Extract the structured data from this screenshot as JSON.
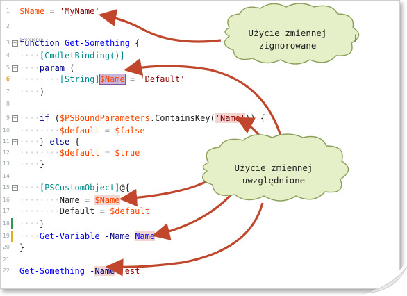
{
  "codelens": "1 reference",
  "lines": [
    {
      "num": "1",
      "tokens": [
        {
          "t": "$Name",
          "c": "var"
        },
        {
          "t": " = ",
          "c": "op"
        },
        {
          "t": "'MyName'",
          "c": "str"
        }
      ]
    },
    {
      "num": "2",
      "tokens": []
    },
    {
      "num": "3",
      "tokens": [
        {
          "t": "function",
          "c": "kw"
        },
        {
          "t": " ",
          "c": ""
        },
        {
          "t": "Get-Something",
          "c": "cmd"
        },
        {
          "t": " {",
          "c": ""
        }
      ]
    },
    {
      "num": "4",
      "tokens": [
        {
          "t": "····",
          "c": "dots"
        },
        {
          "t": "[CmdletBinding()]",
          "c": "type"
        }
      ]
    },
    {
      "num": "5",
      "tokens": [
        {
          "t": "····",
          "c": "dots"
        },
        {
          "t": "param",
          "c": "kw"
        },
        {
          "t": " (",
          "c": ""
        }
      ]
    },
    {
      "num": "6",
      "tokens": [
        {
          "t": "········",
          "c": "dots"
        },
        {
          "t": "[String]",
          "c": "type"
        },
        {
          "t": "$Name",
          "c": "var hlsel"
        },
        {
          "t": " = ",
          "c": "op"
        },
        {
          "t": "'Default'",
          "c": "str"
        }
      ]
    },
    {
      "num": "7",
      "tokens": [
        {
          "t": "····",
          "c": "dots"
        },
        {
          "t": ")",
          "c": ""
        }
      ]
    },
    {
      "num": "8",
      "tokens": []
    },
    {
      "num": "9",
      "tokens": [
        {
          "t": "····",
          "c": "dots"
        },
        {
          "t": "if",
          "c": "kw"
        },
        {
          "t": " (",
          "c": ""
        },
        {
          "t": "$PSBoundParameters",
          "c": "var"
        },
        {
          "t": ".ContainsKey(",
          "c": "mem"
        },
        {
          "t": "'Name'",
          "c": "str hl"
        },
        {
          "t": ")) {",
          "c": ""
        }
      ]
    },
    {
      "num": "10",
      "tokens": [
        {
          "t": "········",
          "c": "dots"
        },
        {
          "t": "$default",
          "c": "var"
        },
        {
          "t": " = ",
          "c": "op"
        },
        {
          "t": "$false",
          "c": "var"
        }
      ]
    },
    {
      "num": "11",
      "tokens": [
        {
          "t": "····",
          "c": "dots"
        },
        {
          "t": "} ",
          "c": ""
        },
        {
          "t": "else",
          "c": "kw"
        },
        {
          "t": " {",
          "c": ""
        }
      ]
    },
    {
      "num": "12",
      "tokens": [
        {
          "t": "········",
          "c": "dots"
        },
        {
          "t": "$default",
          "c": "var"
        },
        {
          "t": " = ",
          "c": "op"
        },
        {
          "t": "$true",
          "c": "var"
        }
      ]
    },
    {
      "num": "13",
      "tokens": [
        {
          "t": "····",
          "c": "dots"
        },
        {
          "t": "}",
          "c": ""
        }
      ]
    },
    {
      "num": "14",
      "tokens": []
    },
    {
      "num": "15",
      "tokens": [
        {
          "t": "····",
          "c": "dots"
        },
        {
          "t": "[PSCustomObject]",
          "c": "type"
        },
        {
          "t": "@{",
          "c": ""
        }
      ]
    },
    {
      "num": "16",
      "tokens": [
        {
          "t": "········",
          "c": "dots"
        },
        {
          "t": "Name",
          "c": ""
        },
        {
          "t": " = ",
          "c": "op"
        },
        {
          "t": "$Name",
          "c": "var hl"
        }
      ]
    },
    {
      "num": "17",
      "tokens": [
        {
          "t": "········",
          "c": "dots"
        },
        {
          "t": "Default",
          "c": ""
        },
        {
          "t": " = ",
          "c": "op"
        },
        {
          "t": "$default",
          "c": "var"
        }
      ]
    },
    {
      "num": "18",
      "tokens": [
        {
          "t": "····",
          "c": "dots"
        },
        {
          "t": "}",
          "c": ""
        }
      ]
    },
    {
      "num": "19",
      "tokens": [
        {
          "t": "····",
          "c": "dots"
        },
        {
          "t": "Get-Variable",
          "c": "cmd"
        },
        {
          "t": " -Name ",
          "c": "param"
        },
        {
          "t": "Name",
          "c": "cmd hl"
        }
      ]
    },
    {
      "num": "20",
      "tokens": [
        {
          "t": "}",
          "c": ""
        }
      ]
    },
    {
      "num": "21",
      "tokens": []
    },
    {
      "num": "22",
      "tokens": [
        {
          "t": "Get-Something",
          "c": "cmd"
        },
        {
          "t": " -",
          "c": "param"
        },
        {
          "t": "Name",
          "c": "param hl"
        },
        {
          "t": " ",
          "c": ""
        },
        {
          "t": "Test",
          "c": "str"
        }
      ]
    }
  ],
  "callouts": {
    "ignored_line1": "Użycie zmiennej",
    "ignored_line2": "zignorowane",
    "used_line1": "Użycie zmiennej",
    "used_line2": "uwzględnione"
  },
  "colors": {
    "variable": "#ff4500",
    "string": "#8b0000",
    "keyword": "#00008b",
    "type": "#008b8b",
    "command": "#0000ff",
    "arrow": "#c0472b",
    "cloud_fill": "#e6f0c8",
    "cloud_stroke": "#8aa05a"
  }
}
